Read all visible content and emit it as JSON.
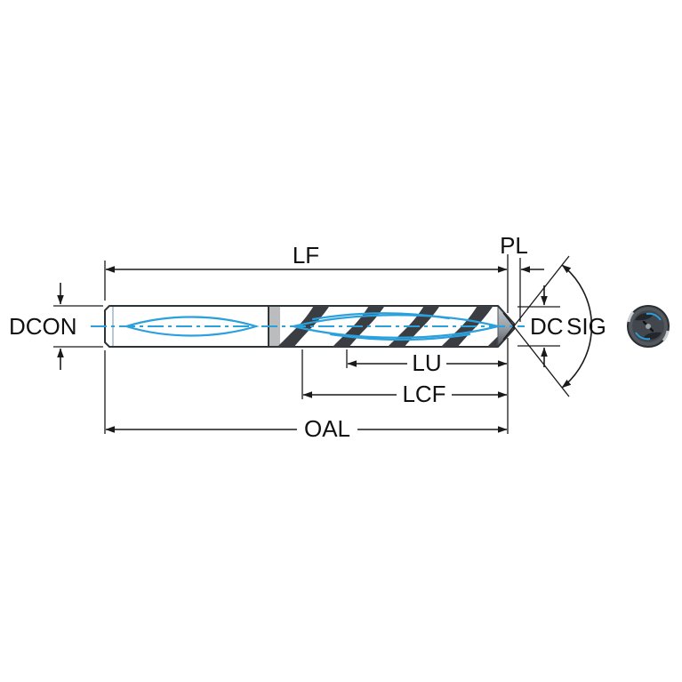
{
  "diagram": {
    "labels": {
      "lf": "LF",
      "pl": "PL",
      "dcon": "DCON",
      "dc": "DC",
      "sig": "SIG",
      "lu": "LU",
      "lcf": "LCF",
      "oal": "OAL"
    },
    "colors": {
      "accent_blue": "#2AA0DC",
      "dimension_line": "#1A1A1A",
      "shank_fill": "#D9E9F4",
      "flute_dark": "#3A3E43"
    },
    "icons": {
      "end_view": "drill-end-view-icon"
    }
  }
}
